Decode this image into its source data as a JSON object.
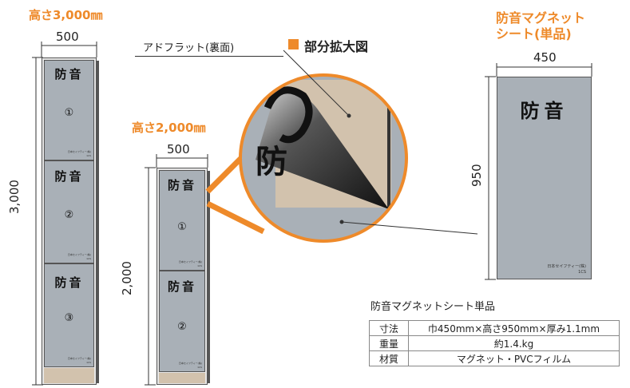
{
  "tall": {
    "height_label": "高さ3,000㎜",
    "width": "500",
    "height": "3,000",
    "title": "防音",
    "panels": [
      "①",
      "②",
      "③"
    ],
    "maker": "日本セイフティー(株)",
    "code": "1CS"
  },
  "short": {
    "height_label": "高さ2,000㎜",
    "width": "500",
    "height": "2,000",
    "title": "防音",
    "panels": [
      "①",
      "②"
    ],
    "maker": "日本セイフティー(株)",
    "code": "1CS"
  },
  "detail": {
    "legend": "部分拡大図",
    "callout": "アドフラット(裏面)",
    "big_char": "防"
  },
  "single": {
    "title_line1": "防音マグネット",
    "title_line2": "シート(単品)",
    "width": "450",
    "height": "950",
    "text": "防音",
    "maker": "日本セイフティー(株)",
    "code": "1CS"
  },
  "spec": {
    "title": "防音マグネットシート単品",
    "rows": [
      {
        "key": "寸法",
        "value": "巾450mm×高さ950mm×厚み1.1mm"
      },
      {
        "key": "重量",
        "value": "約1.4.kg"
      },
      {
        "key": "材質",
        "value": "マグネット・PVCフィルム"
      }
    ]
  },
  "colors": {
    "orange": "#ee8a2a",
    "panel_gray": "#a9b0b7",
    "beige": "#d2c2ad"
  }
}
